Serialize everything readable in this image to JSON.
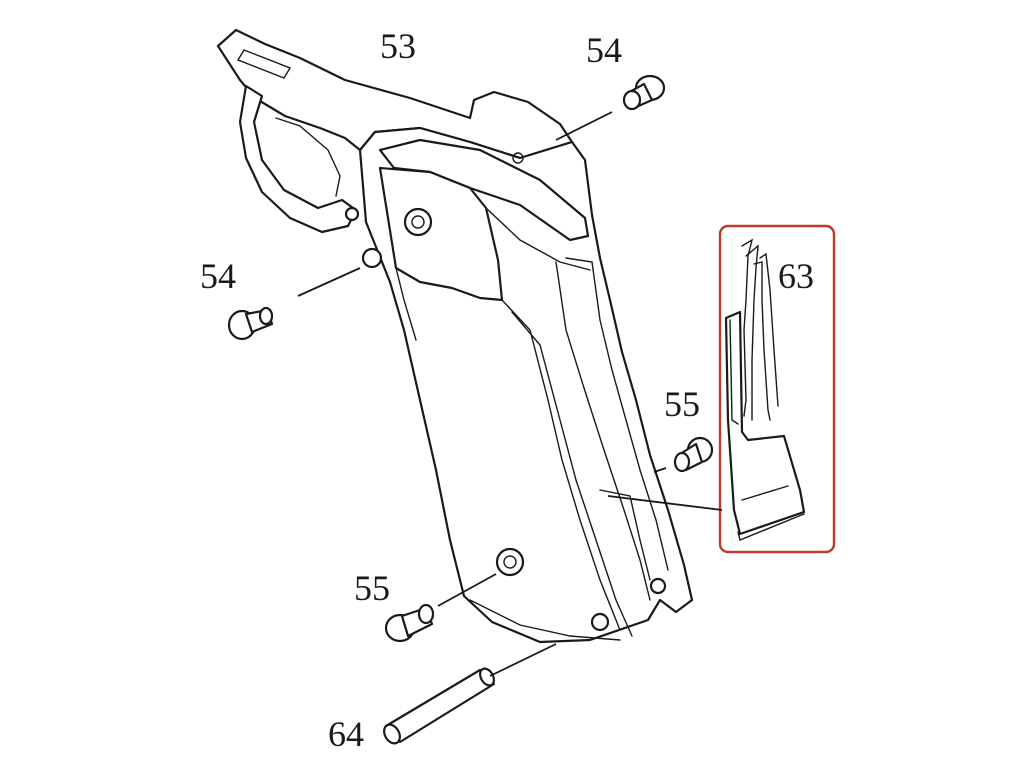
{
  "callouts": {
    "label_53": "53",
    "label_54_top": "54",
    "label_54_left": "54",
    "label_55_right": "55",
    "label_55_bottom": "55",
    "label_63": "63",
    "label_64": "64"
  },
  "highlight": {
    "part": "63",
    "color": "#c0392b"
  }
}
